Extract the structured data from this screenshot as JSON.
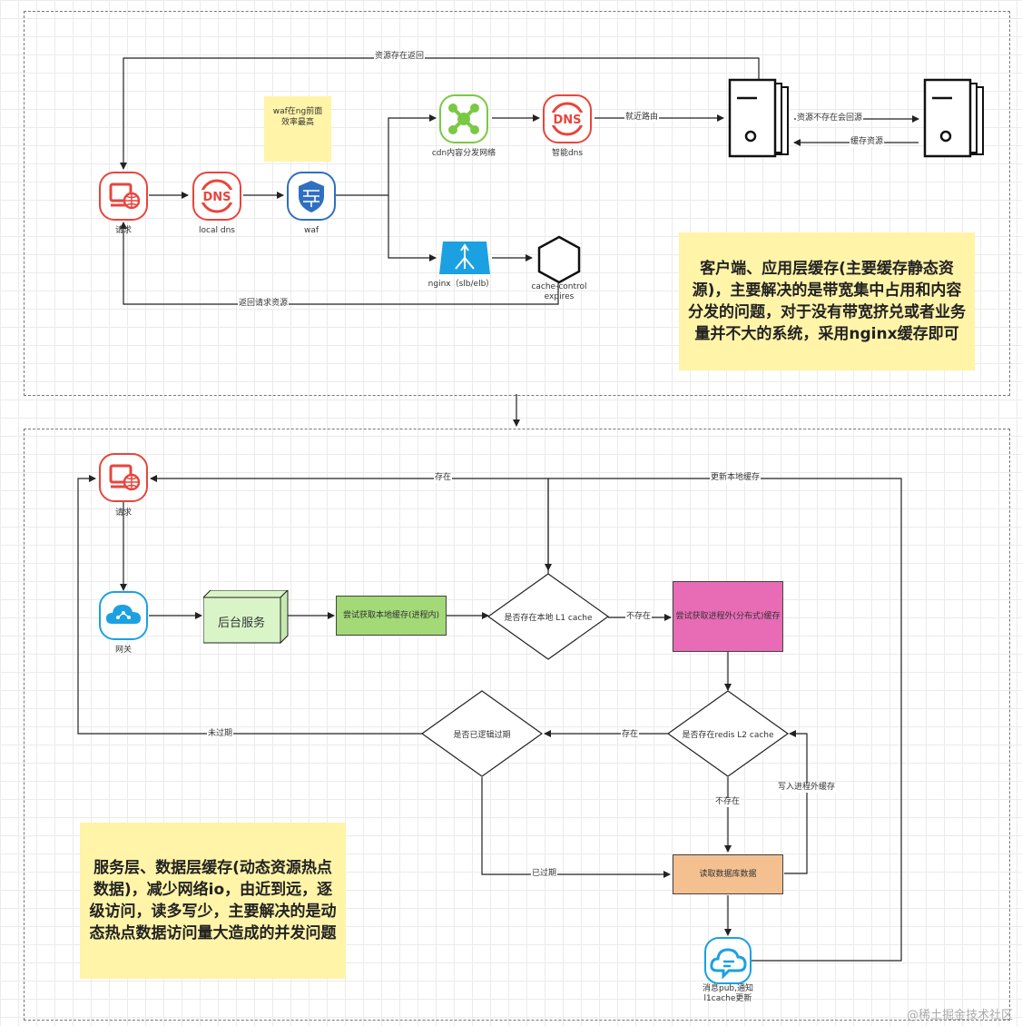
{
  "top": {
    "nodes": {
      "request": "请求",
      "local_dns": "local dns",
      "waf": "waf",
      "cdn": "cdn内容分发网络",
      "smart_dns": "智能dns",
      "nginx": "nginx（slb/elb）",
      "cache_control": "cache-control\nexpires"
    },
    "edges": {
      "resource_return": "资源存在返回",
      "nearest_route": "就近路由",
      "not_exist_back": "资源不存在会回源",
      "cache_resource": "缓存资源",
      "return_resource": "返回请求资源"
    },
    "waf_note": "waf在ng前面\n效率最高",
    "summary": "客户端、应用层缓存(主要缓存静态资源)，主要解决的是带宽集中占用和内容分发的问题，对于没有带宽挤兑或者业务量并不大的系统，采用nginx缓存即可"
  },
  "bottom": {
    "nodes": {
      "request": "请求",
      "gateway": "网关",
      "backend": "后台服务",
      "try_local": "尝试获取本地缓存(进程内)",
      "l1_check": "是否存在本地 L1 cache",
      "try_remote": "尝试获取进程外(分布式)缓存",
      "l2_check": "是否存在redis L2 cache",
      "logic_expire": "是否已逻辑过期",
      "read_db": "读取数据库数据",
      "mq_notify": "消息pub,通知\nl1cache更新"
    },
    "edges": {
      "exists": "存在",
      "update_local": "更新本地缓存",
      "not_exist": "不存在",
      "exists2": "存在",
      "not_expired": "未过期",
      "not_exist2": "不存在",
      "write_remote": "写入进程外缓存",
      "expired": "已过期"
    },
    "summary": "服务层、数据层缓存(动态资源热点数据)，减少网络io，由近到远，逐级访问，读多写少，主要解决的是动态热点数据访问量大造成的并发问题"
  },
  "watermark": "@稀土掘金技术社区",
  "colors": {
    "red": "#e8453c",
    "green": "#7ac943",
    "blue": "#2f6fc1",
    "cyan": "#1ba1e2",
    "note": "#fff4a8",
    "local_cache": "#a3d977",
    "remote_cache": "#e86bb5",
    "db": "#f4c090"
  }
}
